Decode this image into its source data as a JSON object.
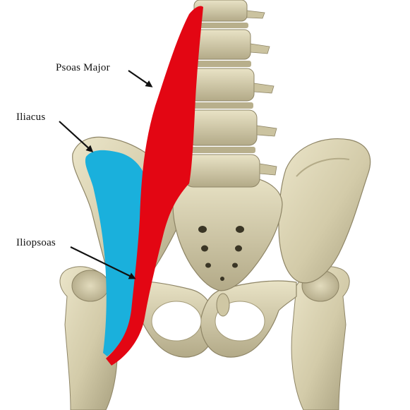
{
  "labels": {
    "psoas_major": "Psoas Major",
    "iliacus": "Iliacus",
    "iliopsoas": "Iliopsoas"
  },
  "colors": {
    "background": "#ffffff",
    "bone": "#d9d2b4",
    "bone_shadow": "#9a9070",
    "psoas_muscle": "#e30613",
    "iliacus_muscle": "#1ab0dc",
    "arrow": "#111111"
  }
}
